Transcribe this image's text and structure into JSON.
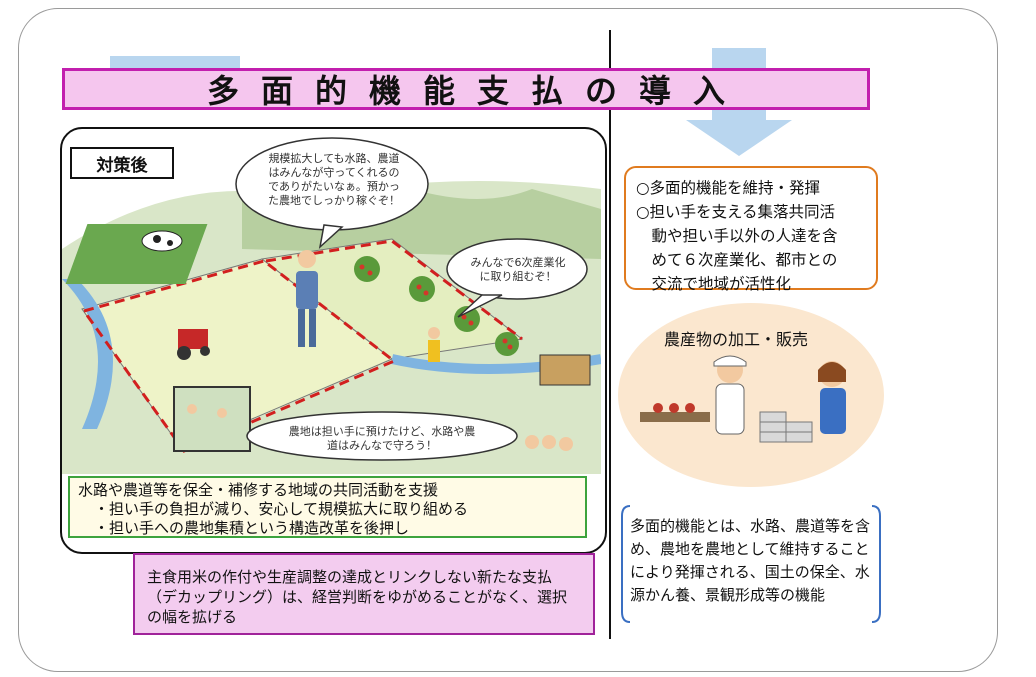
{
  "title": "多面的機能支払の導入",
  "tag_label": "対策後",
  "speech": {
    "farmer_top": "規模拡大しても水路、農道はみんなが守ってくれるのでありがたいなぁ。預かった農地でしっかり稼ぐぞ！",
    "community": "みんなで6次産業化に取り組むぞ！",
    "bottom": "農地は担い手に預けたけど、水路や農道はみんなで守ろう！"
  },
  "support_box": {
    "heading": "水路や農道等を保全・補修する地域の共同活動を支援",
    "points": [
      "・担い手の負担が減り、安心して規模拡大に取り組める",
      "・担い手への農地集積という構造改革を後押し"
    ]
  },
  "decoupling_text": "主食用米の作付や生産調整の達成とリンクしない新たな支払（デカップリング）は、経営判断をゆがめることがなく、選択の幅を拡げる",
  "effects": [
    "○多面的機能を維持・発揮",
    "○担い手を支える集落共同活",
    "　動や担い手以外の人達を含",
    "　めて６次産業化、都市との",
    "　交流で地域が活性化"
  ],
  "processing_label": "農産物の加工・販売",
  "definition_text": "多面的機能とは、水路、農道等を含め、農地を農地として維持することにより発揮される、国土の保全、水源かん養、景観形成等の機能",
  "colors": {
    "title_fill": "#f5c6ee",
    "title_border": "#c21fae",
    "support_border": "#3da33d",
    "effects_border": "#e07b1f",
    "decoupling_fill": "#f3ccef",
    "arrow": "#b9d6ef"
  }
}
